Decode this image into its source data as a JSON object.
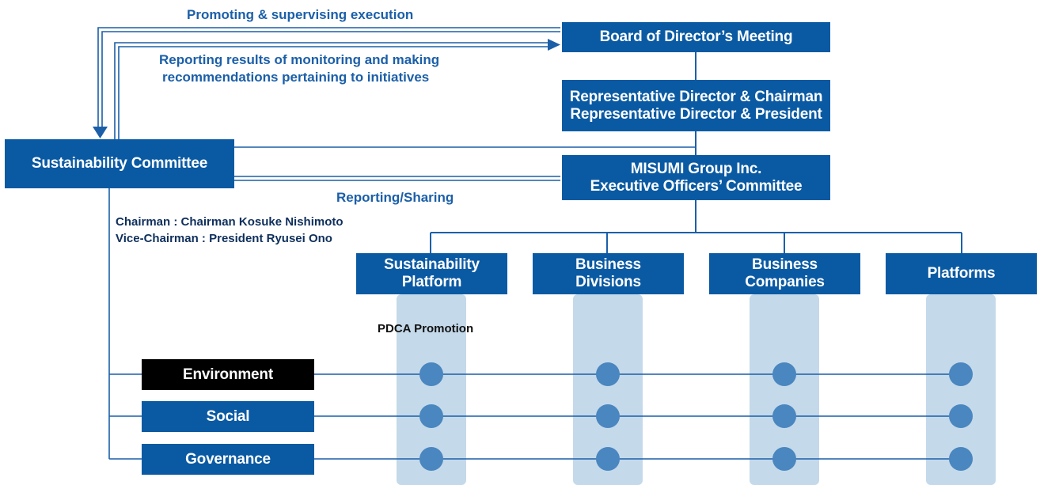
{
  "top_arrows": {
    "promoting_label": "Promoting & supervising execution",
    "reporting_label_line1": "Reporting results of monitoring and making",
    "reporting_label_line2": "recommendations pertaining to initiatives"
  },
  "board": {
    "label": "Board of Director’s Meeting"
  },
  "representatives": {
    "line1": "Representative Director & Chairman",
    "line2": "Representative Director & President"
  },
  "executive": {
    "line1": "MISUMI Group Inc.",
    "line2": "Executive Officers’ Committee"
  },
  "sustainability_committee": {
    "label": "Sustainability Committee",
    "chairman": "Chairman : Chairman Kosuke Nishimoto",
    "vice_chairman": "Vice-Chairman : President Ryusei Ono"
  },
  "reporting_sharing_label": "Reporting/Sharing",
  "pdca_label": "PDCA Promotion",
  "divisions": [
    {
      "line1": "Sustainability",
      "line2": "Platform"
    },
    {
      "line1": "Business",
      "line2": "Divisions"
    },
    {
      "line1": "Business",
      "line2": "Companies"
    },
    {
      "line1": "Platforms",
      "line2": ""
    }
  ],
  "themes": [
    "Environment",
    "Social",
    "Governance"
  ],
  "colors": {
    "box_blue": "#0a5aa3",
    "line_blue": "#1b5fa8",
    "column_bg": "#c4d9ea",
    "dot": "#4a86bf",
    "highlight": "#000000"
  }
}
